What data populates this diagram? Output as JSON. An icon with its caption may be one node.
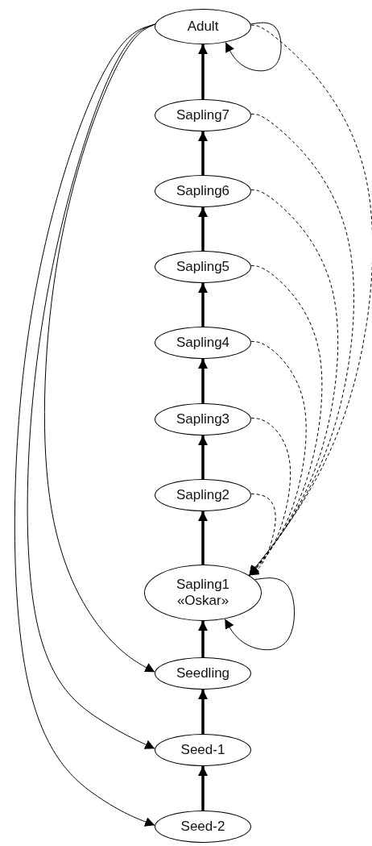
{
  "diagram": {
    "nodes": [
      {
        "text": [
          "Adult"
        ]
      },
      {
        "text": [
          "Sapling7"
        ]
      },
      {
        "text": [
          "Sapling6"
        ]
      },
      {
        "text": [
          "Sapling5"
        ]
      },
      {
        "text": [
          "Sapling4"
        ]
      },
      {
        "text": [
          "Sapling3"
        ]
      },
      {
        "text": [
          "Sapling2"
        ]
      },
      {
        "text": [
          "Sapling1",
          "«Oskar»"
        ]
      },
      {
        "text": [
          "Seedling"
        ]
      },
      {
        "text": [
          "Seed-1"
        ]
      },
      {
        "text": [
          "Seed-2"
        ]
      }
    ],
    "edges": [
      {
        "from": 10,
        "to": 9,
        "arrow": "to",
        "style": "thick"
      },
      {
        "from": 9,
        "to": 8,
        "arrow": "to",
        "style": "thick"
      },
      {
        "from": 8,
        "to": 7,
        "arrow": "to",
        "style": "thick"
      },
      {
        "from": 7,
        "to": 6,
        "arrow": "to",
        "style": "thick"
      },
      {
        "from": 6,
        "to": 5,
        "arrow": "to",
        "style": "thick"
      },
      {
        "from": 5,
        "to": 4,
        "arrow": "to",
        "style": "thick"
      },
      {
        "from": 4,
        "to": 3,
        "arrow": "to",
        "style": "thick"
      },
      {
        "from": 3,
        "to": 2,
        "arrow": "to",
        "style": "thick"
      },
      {
        "from": 2,
        "to": 1,
        "arrow": "to",
        "style": "thick"
      },
      {
        "from": 1,
        "to": 0,
        "arrow": "to",
        "style": "thick"
      },
      {
        "from": 0,
        "to": 0,
        "arrow": "to"
      },
      {
        "from": 0,
        "to": 8,
        "arrow": "to"
      },
      {
        "from": 0,
        "to": 9,
        "arrow": "to"
      },
      {
        "from": 0,
        "to": 10,
        "arrow": "to"
      },
      {
        "from": 7,
        "to": 7,
        "arrow": "to"
      },
      {
        "from": 0,
        "to": 7,
        "arrow": "to",
        "style": "dashed"
      },
      {
        "from": 1,
        "to": 7,
        "arrow": "to",
        "style": "dashed"
      },
      {
        "from": 2,
        "to": 7,
        "arrow": "to",
        "style": "dashed"
      },
      {
        "from": 3,
        "to": 7,
        "arrow": "to",
        "style": "dashed"
      },
      {
        "from": 4,
        "to": 7,
        "arrow": "to",
        "style": "dashed"
      },
      {
        "from": 5,
        "to": 7,
        "arrow": "to",
        "style": "dashed"
      },
      {
        "from": 6,
        "to": 7,
        "arrow": "to",
        "style": "dashed"
      }
    ]
  }
}
